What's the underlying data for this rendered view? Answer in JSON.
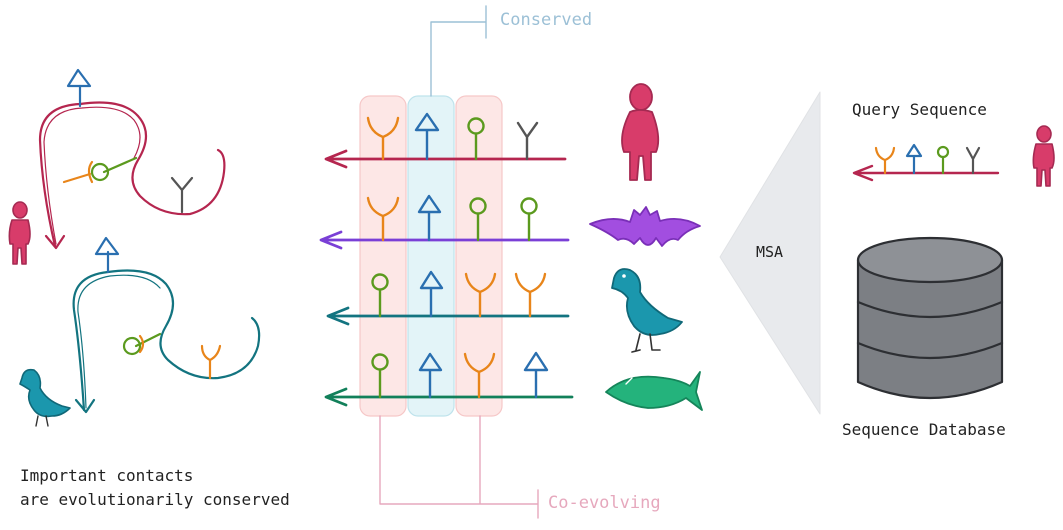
{
  "labels": {
    "conserved": "Conserved",
    "coevolving": "Co-evolving",
    "query_sequence": "Query Sequence",
    "msa": "MSA",
    "sequence_database": "Sequence Database"
  },
  "caption": {
    "line1": "Important contacts",
    "line2": "are evolutionarily conserved"
  },
  "colors": {
    "crimson": "#b5264f",
    "purple": "#7a3fd6",
    "teal": "#137480",
    "green": "#12805a",
    "orange": "#e8851a",
    "blue": "#2a6fb0",
    "lime": "#5b9a1e",
    "gray": "#555555",
    "human": "#d83c6a",
    "bat": "#a24ee0",
    "bird": "#1b97ad",
    "fish": "#24b37c",
    "conserved_line": "#9cc0d6",
    "coevol_line": "#e6a8bd",
    "col_pink": "#fde7e6",
    "col_blue": "#e3f4f8",
    "db_fill": "#7c7f84"
  },
  "msa_rows": [
    {
      "organism": "human",
      "residues": [
        "y-orange",
        "triangle-blue",
        "circle-lime",
        "y-gray"
      ]
    },
    {
      "organism": "bat",
      "residues": [
        "y-orange",
        "triangle-blue",
        "circle-lime",
        "circle-lime"
      ]
    },
    {
      "organism": "bird",
      "residues": [
        "circle-lime",
        "triangle-blue",
        "y-orange",
        "y-orange"
      ]
    },
    {
      "organism": "fish",
      "residues": [
        "circle-lime",
        "triangle-blue",
        "y-orange",
        "triangle-blue"
      ]
    }
  ],
  "query_residues": [
    "y-orange",
    "triangle-blue",
    "circle-lime",
    "y-gray"
  ]
}
